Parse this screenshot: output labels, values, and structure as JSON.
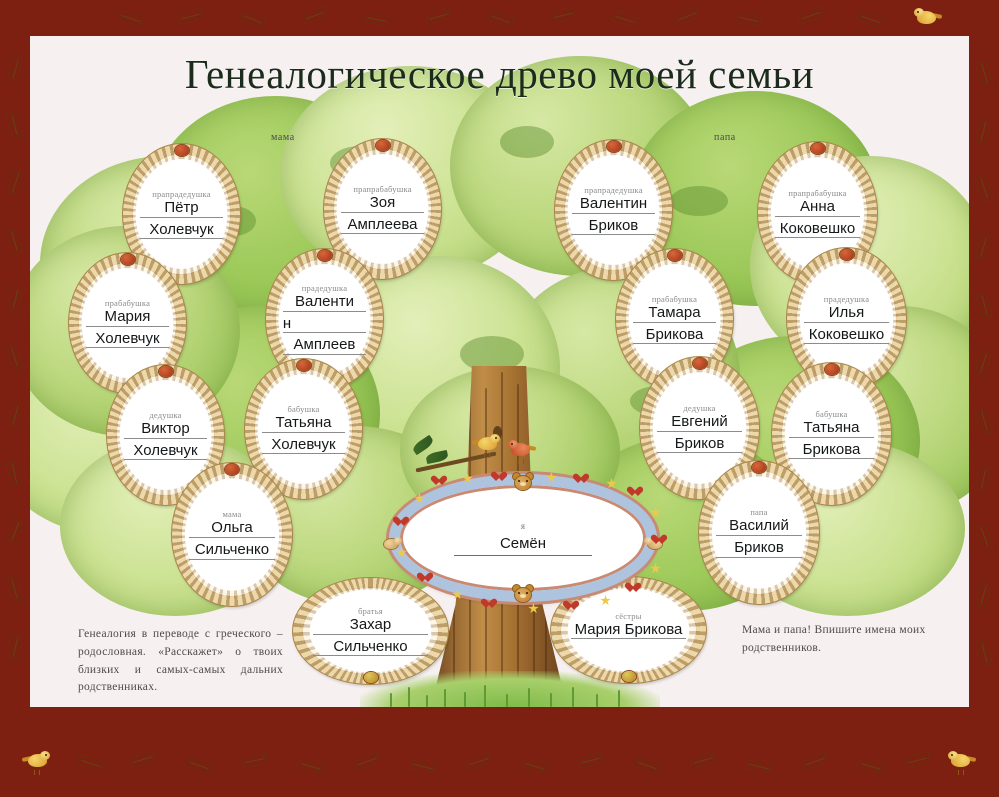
{
  "poster": {
    "title": "Генеалогическое древо моей семьи",
    "top_labels": {
      "mother_side": "мама",
      "father_side": "папа"
    },
    "blurb_left": "Генеалогия в переводе с греческого – родословная. «Расскажет» о твоих близких и самых-самых дальних родственниках.",
    "blurb_right": "Мама и папа! Впишите имена моих родственников.",
    "colors": {
      "border": "#7d2011",
      "page_background": "#f6f1f0",
      "foliage_light": "#cbe292",
      "foliage_mid": "#bcd87e",
      "foliage_dark": "#8cb94c",
      "frame_wood": "#d8bb84",
      "frame_gem": "#b8441c",
      "trunk": "#a97533",
      "center_band": "#aec4de",
      "center_rim": "#c98a74",
      "heart": "#c0392b",
      "star": "#edc94a"
    }
  },
  "center": {
    "relation": "я",
    "name": "Семён"
  },
  "people": [
    {
      "id": "great-great-grandfather-maternal",
      "relation": "прапрадедушка",
      "first_name": "Пётр",
      "last_name": "Холевчук",
      "side": "mother"
    },
    {
      "id": "great-grandmother-maternal",
      "relation": "прабабушка",
      "first_name": "Мария",
      "last_name": "Холевчук",
      "side": "mother"
    },
    {
      "id": "great-great-grandmother-maternal",
      "relation": "прапрабабушка",
      "first_name": "Зоя",
      "last_name": "Амплеева",
      "side": "mother"
    },
    {
      "id": "great-grandfather-maternal",
      "relation": "прадедушка",
      "first_name": "Валенти",
      "last_name_pre": "н",
      "last_name": "Амплеев",
      "side": "mother"
    },
    {
      "id": "grandfather-maternal",
      "relation": "дедушка",
      "first_name": "Виктор",
      "last_name": "Холевчук",
      "side": "mother"
    },
    {
      "id": "grandmother-maternal",
      "relation": "бабушка",
      "first_name": "Татьяна",
      "last_name": "Холевчук",
      "side": "mother"
    },
    {
      "id": "mother",
      "relation": "мама",
      "first_name": "Ольга",
      "last_name": "Сильченко",
      "side": "mother"
    },
    {
      "id": "great-great-grandfather-paternal",
      "relation": "прапрадедушка",
      "first_name": "Валентин",
      "last_name": "Бриков",
      "side": "father"
    },
    {
      "id": "great-grandmother-paternal",
      "relation": "прабабушка",
      "first_name": "Тамара",
      "last_name": "Брикова",
      "side": "father"
    },
    {
      "id": "great-great-grandmother-paternal",
      "relation": "прапрабабушка",
      "first_name": "Анна",
      "last_name": "Коковешко",
      "side": "father"
    },
    {
      "id": "great-grandfather-paternal",
      "relation": "прадедушка",
      "first_name": "Илья",
      "last_name": "Коковешко",
      "side": "father"
    },
    {
      "id": "grandfather-paternal",
      "relation": "дедушка",
      "first_name": "Евгений",
      "last_name": "Бриков",
      "side": "father"
    },
    {
      "id": "grandmother-paternal",
      "relation": "бабушка",
      "first_name": "Татьяна",
      "last_name": "Брикова",
      "side": "father"
    },
    {
      "id": "father",
      "relation": "папа",
      "first_name": "Василий",
      "last_name": "Бриков",
      "side": "father"
    },
    {
      "id": "brothers",
      "relation": "братья",
      "first_name": "Захар",
      "last_name": "Сильченко",
      "side": "sibling"
    },
    {
      "id": "sisters",
      "relation": "сёстры",
      "first_name": "Мария Брикова",
      "last_name": "",
      "side": "sibling"
    }
  ],
  "icons": {
    "bird": "bird-icon",
    "leaf": "leaf-icon",
    "bear": "teddy-bear-icon",
    "heart": "heart-icon",
    "star": "star-icon",
    "gem": "gem-icon"
  }
}
